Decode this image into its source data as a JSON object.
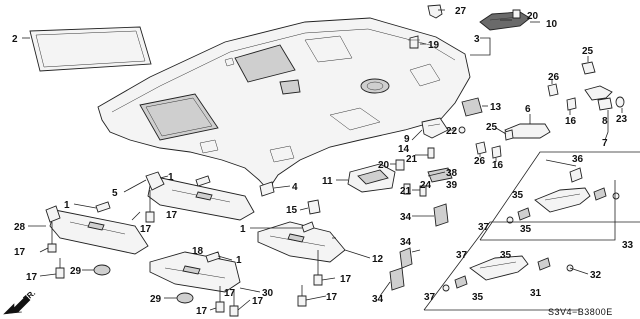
{
  "diagram": {
    "code": "S3V4−B3800E",
    "front_marker": "FR.",
    "callouts": {
      "c2": "2",
      "c3": "3",
      "c27": "27",
      "c20a": "20",
      "c10": "10",
      "c19": "19",
      "c25a": "25",
      "c26a": "26",
      "c16a": "16",
      "c8": "8",
      "c7": "7",
      "c23": "23",
      "c13": "13",
      "c22": "22",
      "c6": "6",
      "c25b": "25",
      "c26b": "26",
      "c16b": "16",
      "c9": "9",
      "c14": "14",
      "c21a": "21",
      "c20b": "20",
      "c24": "24",
      "c11": "11",
      "c38": "38",
      "c39": "39",
      "c21b": "21",
      "c36": "36",
      "c4": "4",
      "c15": "15",
      "c1a": "1",
      "c5": "5",
      "c17a": "17",
      "c17b": "17",
      "c1b": "1",
      "c28": "28",
      "c17c": "17",
      "c17d": "17",
      "c29a": "29",
      "c18": "18",
      "c1c": "1",
      "c12": "12",
      "c17e": "17",
      "c17f": "17",
      "c1d": "1",
      "c30": "30",
      "c29b": "29",
      "c17g": "17",
      "c17h": "17",
      "c17i": "17",
      "c34a": "34",
      "c37a": "37",
      "c35a": "35",
      "c35b": "35",
      "c33": "33",
      "c34b": "34",
      "c37b": "37",
      "c35c": "35",
      "c32": "32",
      "c34c": "34",
      "c37c": "37",
      "c35d": "35",
      "c31": "31"
    }
  }
}
